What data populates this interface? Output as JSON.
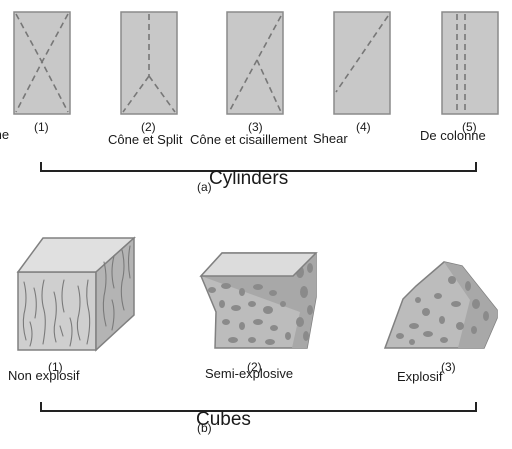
{
  "cylinders": {
    "group_title": "Cylinders",
    "group_tag": "(a)",
    "items": [
      {
        "number": "(1)",
        "label": "Cône"
      },
      {
        "number": "(2)",
        "label": "Cône et Split"
      },
      {
        "number": "(3)",
        "label": "Cône et cisaillement"
      },
      {
        "number": "(4)",
        "label": "Shear"
      },
      {
        "number": "(5)",
        "label": "De colonne"
      }
    ]
  },
  "cubes": {
    "group_title": "Cubes",
    "group_tag": "(b)",
    "items": [
      {
        "number": "(1)",
        "label": "Non explosif"
      },
      {
        "number": "(2)",
        "label": "Semi-explosive"
      },
      {
        "number": "(3)",
        "label": "Explosif"
      }
    ]
  },
  "colors": {
    "specimen_fill": "#c8c8c8",
    "specimen_stroke": "#808080",
    "crack": "#777777",
    "speckle": "#8a8a8a",
    "bracket": "#222222"
  }
}
